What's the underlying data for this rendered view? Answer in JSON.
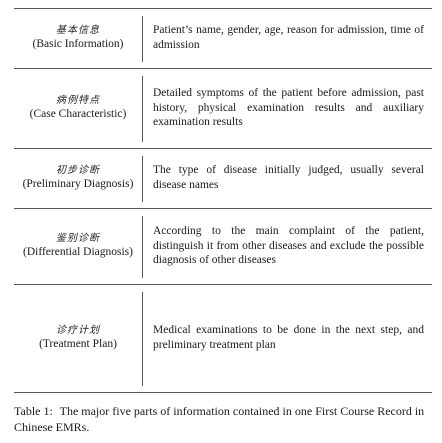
{
  "rows": [
    {
      "zh": "基本信息",
      "en": "(Basic Information)",
      "desc": "Patient’s name, gender, age, reason for admission, time of admission"
    },
    {
      "zh": "病例特点",
      "en": "(Case Characteristic)",
      "desc": "Detailed symptoms of the patient before admission, past history, physical examination results and auxiliary examination results"
    },
    {
      "zh": "初步诊断",
      "en": "(Preliminary Diagnosis)",
      "desc": "The type of disease initially judged, usually several disease names"
    },
    {
      "zh": "鉴别诊断",
      "en": "(Differential Diagnosis)",
      "desc": "According to the main complaint of the patient, distinguish it from other diseases and exclude the possible diagnosis of other diseases"
    },
    {
      "zh": "诊疗计划",
      "en": "(Treatment Plan)",
      "desc": "Medical examinations to be done in the next step, and preliminary treatment plan"
    }
  ],
  "caption": {
    "label": "Table 1:",
    "text": "The major five parts of information contained in one First Course Record in Chinese EMRs."
  }
}
